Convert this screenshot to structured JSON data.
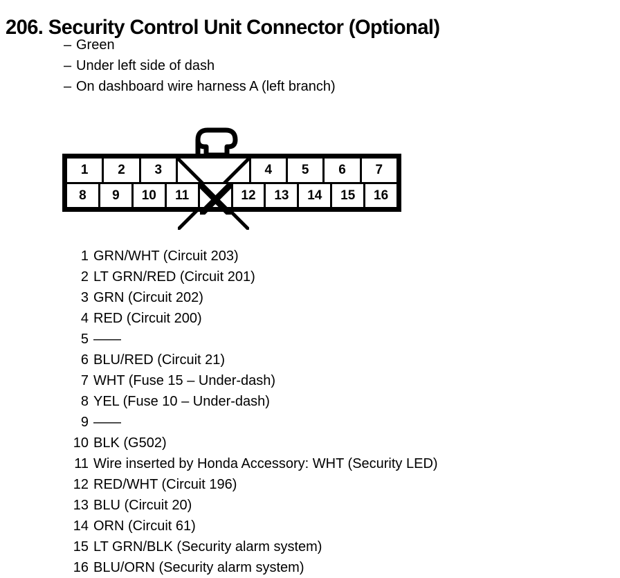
{
  "title": "206. Security Control Unit Connector (Optional)",
  "notes": [
    {
      "dash": "–",
      "text": "Green"
    },
    {
      "dash": "–",
      "text": "Under left side of dash"
    },
    {
      "dash": "–",
      "text": "On dashboard wire harness A (left branch)"
    }
  ],
  "connector": {
    "latch_icon": "connector-latch-tab",
    "outline_color": "#000000",
    "cell_color": "#ffffff",
    "top_row": [
      {
        "label": "1",
        "type": "pin",
        "span": 1
      },
      {
        "label": "2",
        "type": "pin",
        "span": 1
      },
      {
        "label": "3",
        "type": "pin",
        "span": 1
      },
      {
        "label": "",
        "type": "blank",
        "span": 2
      },
      {
        "label": "4",
        "type": "pin",
        "span": 1
      },
      {
        "label": "5",
        "type": "pin",
        "span": 1
      },
      {
        "label": "6",
        "type": "pin",
        "span": 1
      },
      {
        "label": "7",
        "type": "pin",
        "span": 1
      }
    ],
    "bottom_row": [
      {
        "label": "8",
        "type": "pin",
        "span": 1
      },
      {
        "label": "9",
        "type": "pin",
        "span": 1
      },
      {
        "label": "10",
        "type": "pin",
        "span": 1
      },
      {
        "label": "11",
        "type": "pin",
        "span": 1
      },
      {
        "label": "",
        "type": "blank",
        "span": 1
      },
      {
        "label": "12",
        "type": "pin",
        "span": 1
      },
      {
        "label": "13",
        "type": "pin",
        "span": 1
      },
      {
        "label": "14",
        "type": "pin",
        "span": 1
      },
      {
        "label": "15",
        "type": "pin",
        "span": 1
      },
      {
        "label": "16",
        "type": "pin",
        "span": 1
      }
    ]
  },
  "pin_list": [
    {
      "num": "1",
      "desc": "GRN/WHT (Circuit 203)"
    },
    {
      "num": "2",
      "desc": "LT GRN/RED (Circuit 201)"
    },
    {
      "num": "3",
      "desc": "GRN (Circuit 202)"
    },
    {
      "num": "4",
      "desc": "RED (Circuit 200)"
    },
    {
      "num": "5",
      "desc": "——"
    },
    {
      "num": "6",
      "desc": "BLU/RED (Circuit 21)"
    },
    {
      "num": "7",
      "desc": "WHT (Fuse 15 – Under-dash)"
    },
    {
      "num": "8",
      "desc": "YEL (Fuse 10 – Under-dash)"
    },
    {
      "num": "9",
      "desc": "——"
    },
    {
      "num": "10",
      "desc": "BLK (G502)"
    },
    {
      "num": "11",
      "desc": "Wire inserted by Honda Accessory: WHT (Security LED)"
    },
    {
      "num": "12",
      "desc": "RED/WHT (Circuit 196)"
    },
    {
      "num": "13",
      "desc": "BLU (Circuit 20)"
    },
    {
      "num": "14",
      "desc": "ORN (Circuit 61)"
    },
    {
      "num": "15",
      "desc": "LT GRN/BLK (Security alarm system)"
    },
    {
      "num": "16",
      "desc": "BLU/ORN (Security alarm system)"
    }
  ]
}
